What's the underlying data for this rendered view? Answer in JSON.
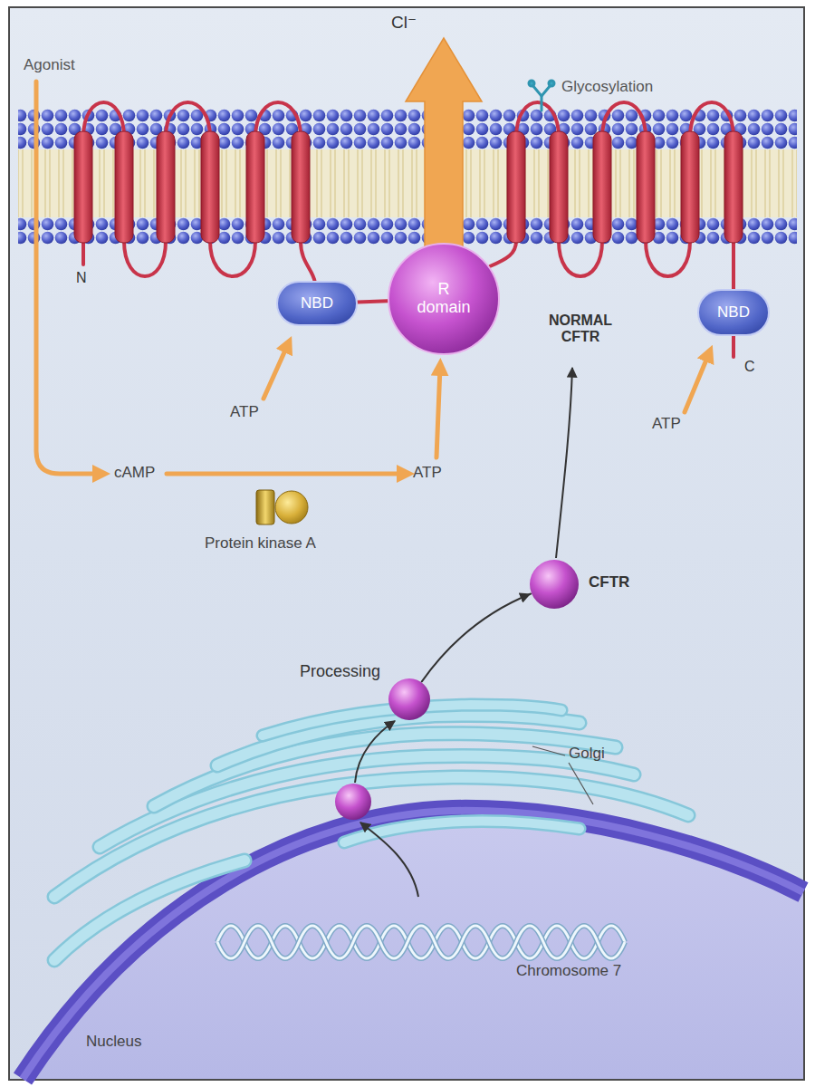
{
  "diagram": {
    "nodes": [
      {
        "text": [
          "NBD"
        ]
      },
      {
        "text": [
          "R domain"
        ]
      },
      {
        "text": [
          "NBD"
        ]
      },
      {
        "text": [
          "Processing"
        ]
      },
      {
        "text": [
          "CFTR"
        ]
      }
    ],
    "edges": [
      {
        "from": 0,
        "to": 1,
        "arrow": "none"
      },
      {
        "from": 3,
        "to": 4,
        "arrow": "to"
      }
    ],
    "labels": [
      "Agonist",
      "Cl⁻",
      "Glycosylation",
      "N",
      "NORMAL CFTR",
      "C",
      "ATP",
      "cAMP",
      "ATP",
      "ATP",
      "Protein kinase A",
      "Golgi",
      "Chromosome 7",
      "Nucleus"
    ]
  }
}
